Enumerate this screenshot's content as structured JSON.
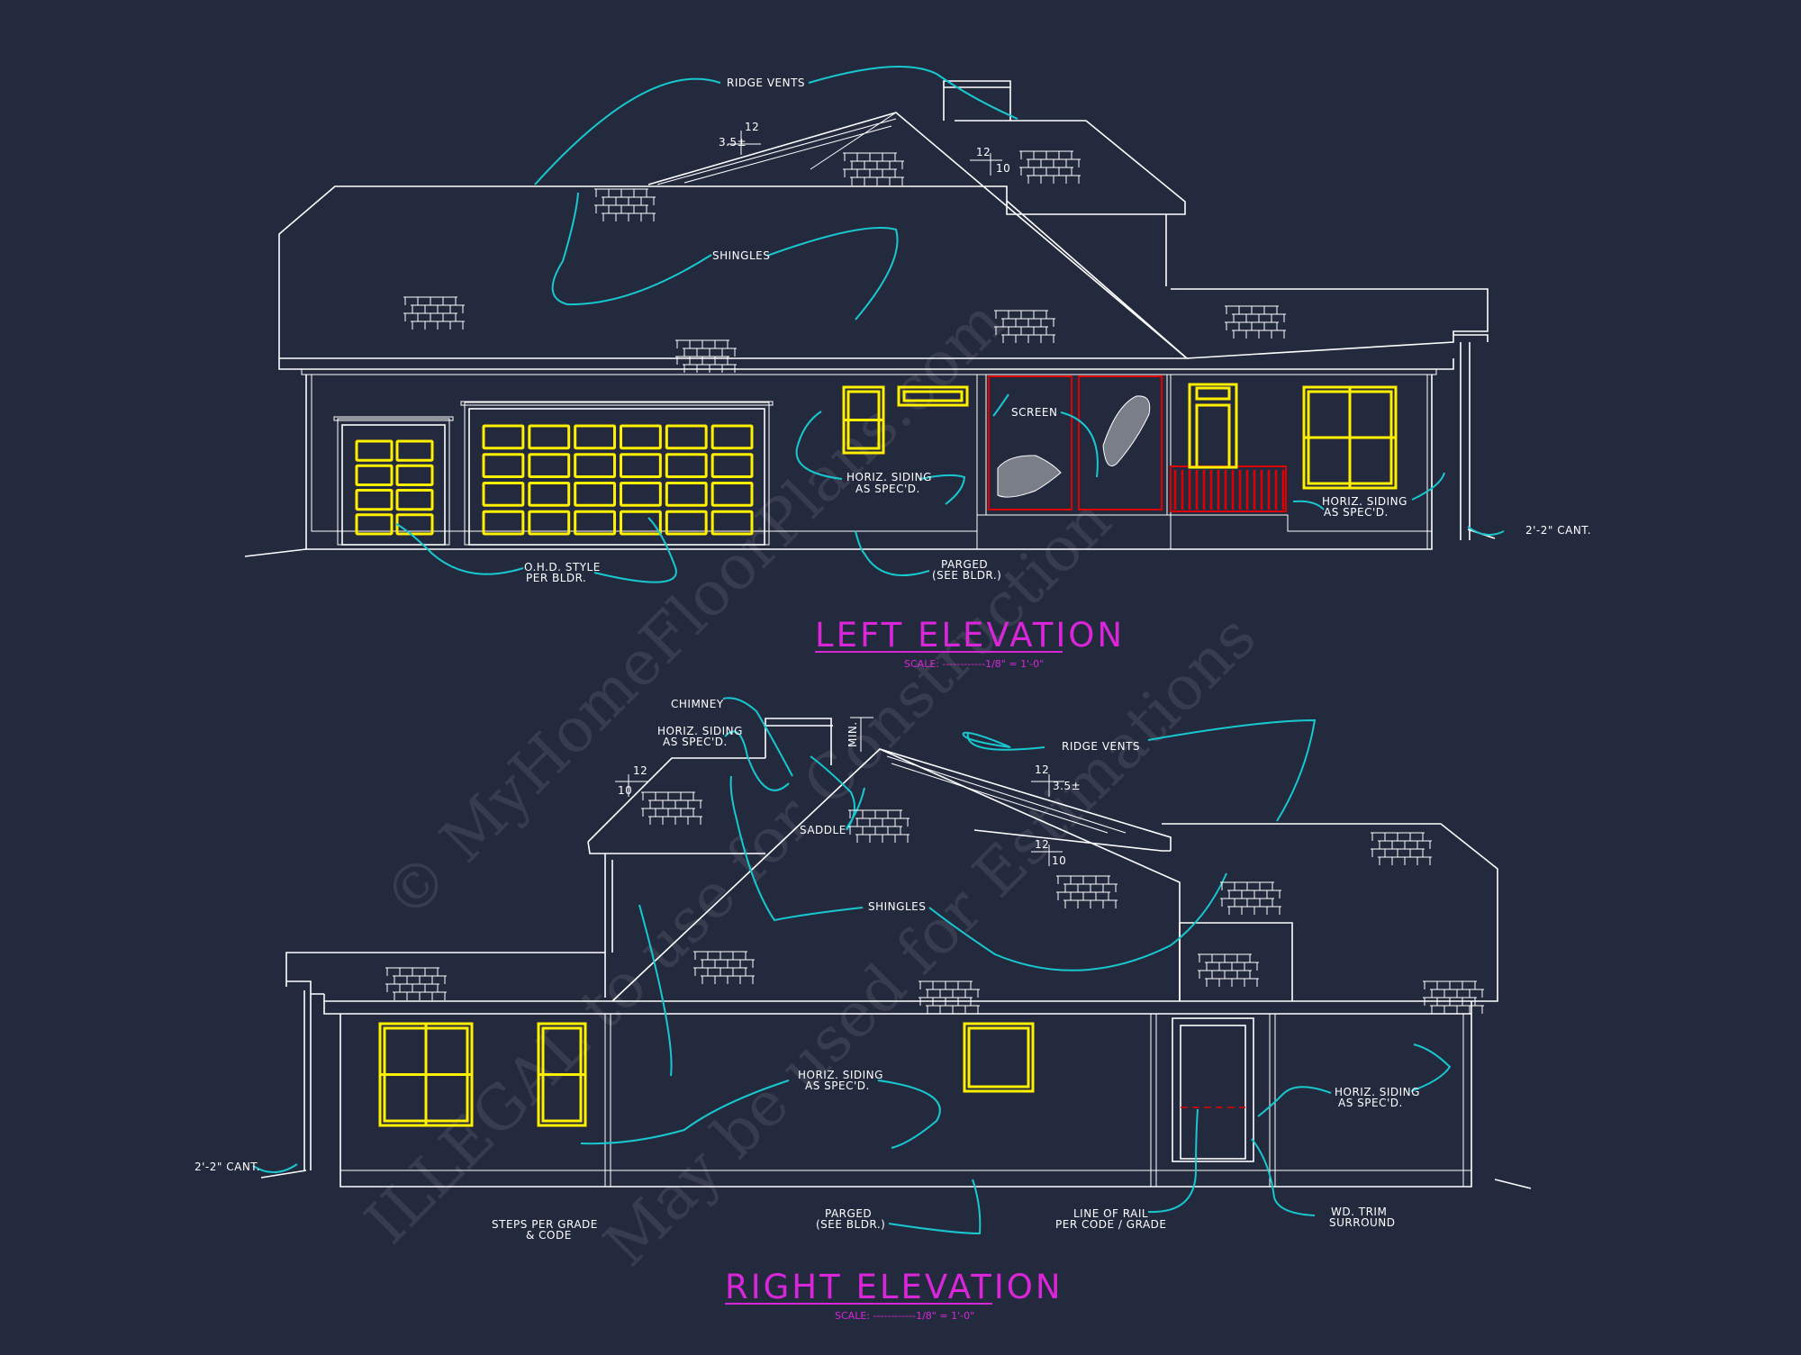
{
  "watermark": {
    "line1": "© MyHomeFloorPlans.com",
    "line2": "ILLEGAL to use for Construction",
    "line3": "May be used for Estimations"
  },
  "left_elevation": {
    "title": "LEFT ELEVATION",
    "scale": "SCALE: ------------1/8\" = 1'-0\"",
    "notes": {
      "ridge_vents": "RIDGE VENTS",
      "shingles": "SHINGLES",
      "screen": "SCREEN",
      "siding_left_1": "HORIZ. SIDING",
      "siding_left_2": "AS SPEC'D.",
      "siding_right_1": "HORIZ. SIDING",
      "siding_right_2": "AS SPEC'D.",
      "cant": "2'-2\" CANT.",
      "ohd_1": "O.H.D. STYLE",
      "ohd_2": "PER BLDR.",
      "parged_1": "PARGED",
      "parged_2": "(SEE BLDR.)",
      "pitch_a_rise": "12",
      "pitch_a_run": "3.5±",
      "pitch_b_rise": "12",
      "pitch_b_run": "10"
    }
  },
  "right_elevation": {
    "title": "RIGHT ELEVATION",
    "scale": "SCALE: ------------1/8\" = 1'-0\"",
    "notes": {
      "chimney": "CHIMNEY",
      "siding_top_1": "HORIZ. SIDING",
      "siding_top_2": "AS SPEC'D.",
      "ridge_vents": "RIDGE VENTS",
      "saddle": "SADDLE",
      "shingles": "SHINGLES",
      "siding_mid_1": "HORIZ. SIDING",
      "siding_mid_2": "AS SPEC'D.",
      "siding_right_1": "HORIZ. SIDING",
      "siding_right_2": "AS SPEC'D.",
      "cant": "2'-2\" CANT.",
      "steps_1": "STEPS PER GRADE",
      "steps_2": "& CODE",
      "parged_1": "PARGED",
      "parged_2": "(SEE BLDR.)",
      "rail_1": "LINE OF RAIL",
      "rail_2": "PER CODE / GRADE",
      "trim_1": "WD. TRIM",
      "trim_2": "SURROUND",
      "chimney_dim": "MIN.",
      "pitch_a_rise": "12",
      "pitch_a_run": "10",
      "pitch_b_rise": "12",
      "pitch_b_run": "3.5±",
      "pitch_c_rise": "12",
      "pitch_c_run": "10"
    }
  }
}
